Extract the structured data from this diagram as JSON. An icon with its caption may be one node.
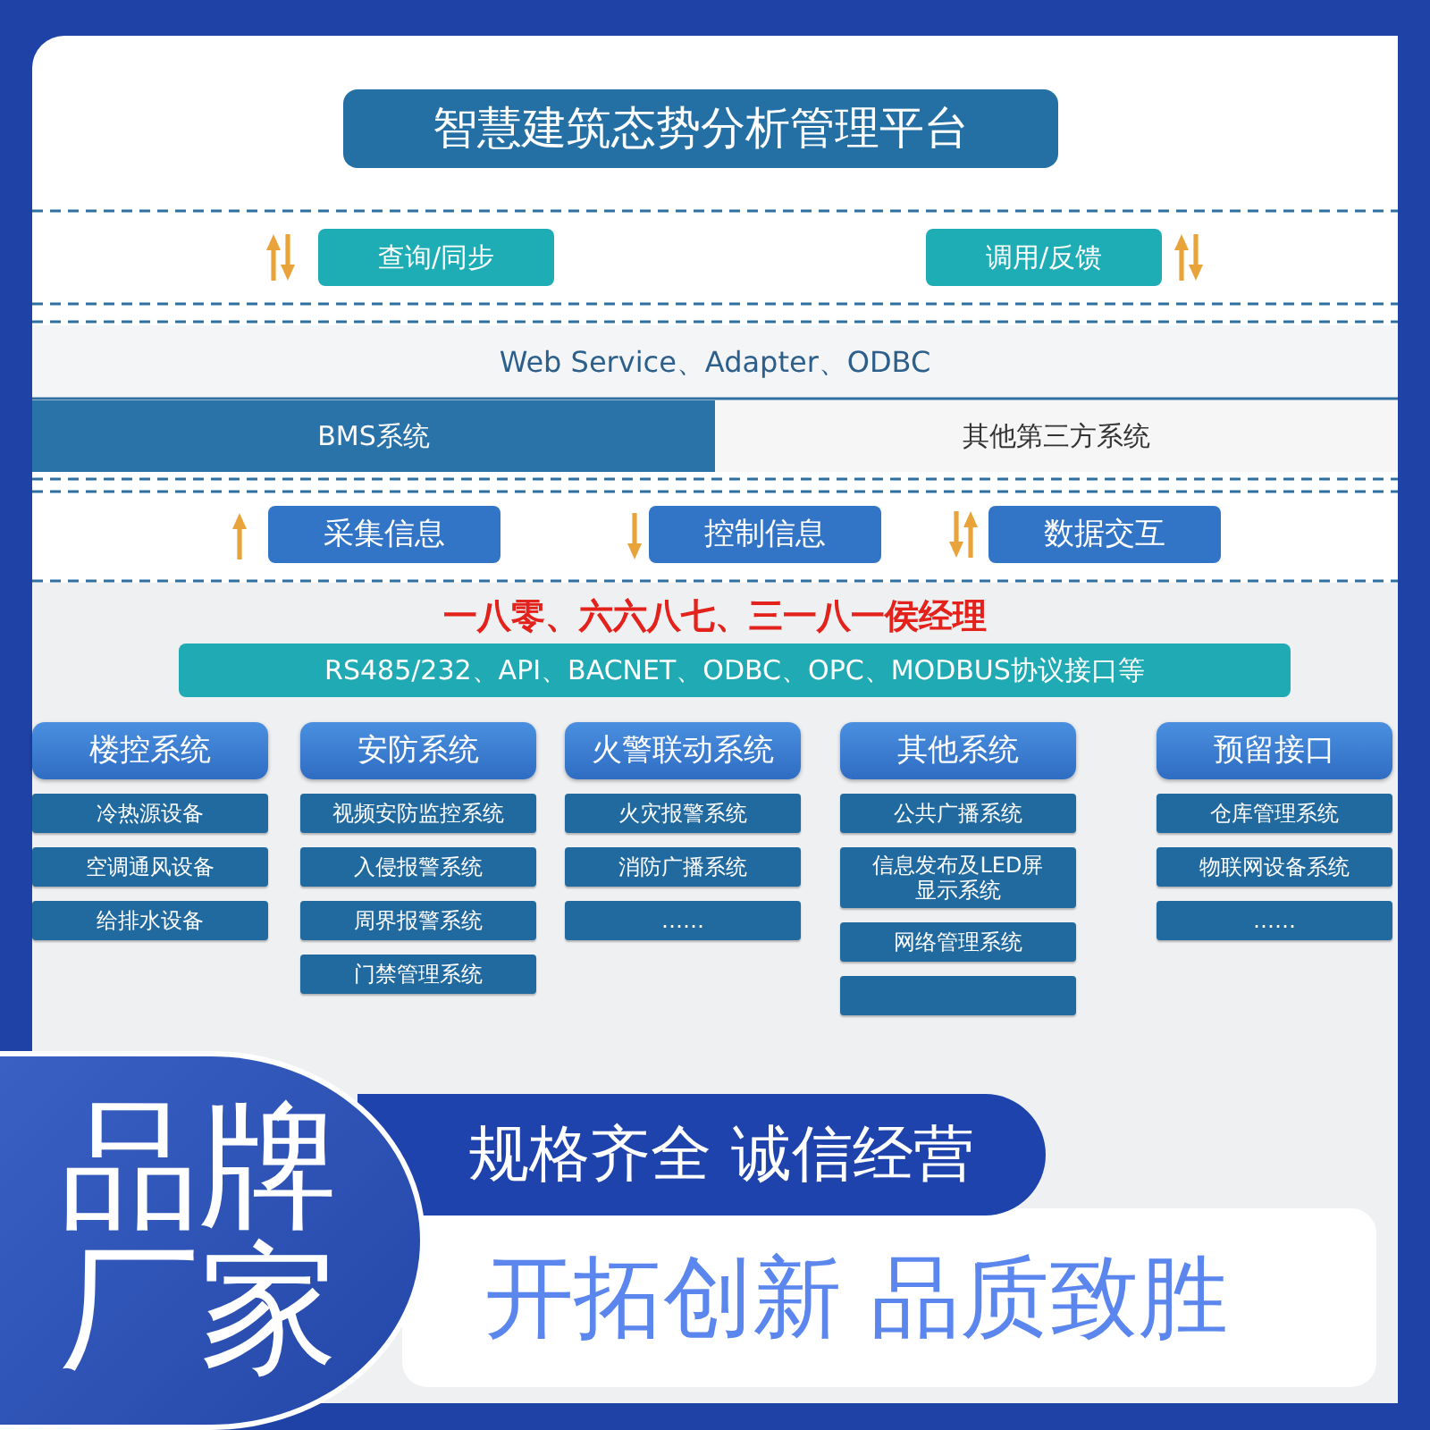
{
  "diagram": {
    "nodes": [
      {
        "text": [
          "智慧建筑态势分析管理平台"
        ]
      },
      {
        "text": [
          "查询/同步"
        ]
      },
      {
        "text": [
          "调用/反馈"
        ]
      },
      {
        "text": [
          "Web Service、Adapter、ODBC"
        ]
      },
      {
        "text": [
          "BMS系统"
        ]
      },
      {
        "text": [
          "其他第三方系统"
        ]
      },
      {
        "text": [
          "采集信息"
        ]
      },
      {
        "text": [
          "控制信息"
        ]
      },
      {
        "text": [
          "数据交互"
        ]
      },
      {
        "text": [
          "RS485/232、API、BACNET、ODBC、OPC、MODBUS协议接口等"
        ]
      },
      {
        "text": [
          "楼控系统"
        ]
      },
      {
        "text": [
          "冷热源设备"
        ]
      },
      {
        "text": [
          "空调通风设备"
        ]
      },
      {
        "text": [
          "给排水设备"
        ]
      },
      {
        "text": [
          "安防系统"
        ]
      },
      {
        "text": [
          "视频安防监控系统"
        ]
      },
      {
        "text": [
          "入侵报警系统"
        ]
      },
      {
        "text": [
          "周界报警系统"
        ]
      },
      {
        "text": [
          "门禁管理系统"
        ]
      },
      {
        "text": [
          "火警联动系统"
        ]
      },
      {
        "text": [
          "火灾报警系统"
        ]
      },
      {
        "text": [
          "消防广播系统"
        ]
      },
      {
        "text": [
          "……"
        ]
      },
      {
        "text": [
          "其他系统"
        ]
      },
      {
        "text": [
          "公共广播系统"
        ]
      },
      {
        "text": [
          "信息发布及LED屏显示系统"
        ]
      },
      {
        "text": [
          "网络管理系统"
        ]
      },
      {
        "text": [],
        "shape": "box"
      },
      {
        "text": [
          "预留接口"
        ]
      },
      {
        "text": [
          "仓库管理系统"
        ]
      },
      {
        "text": [
          "物联网设备系统"
        ]
      },
      {
        "text": [
          "……"
        ]
      }
    ],
    "labels": [
      "一八零、六六八七、三一八一侯经理",
      "品牌厂家",
      "规格齐全 诚信经营",
      "开拓创新 品质致胜"
    ]
  }
}
